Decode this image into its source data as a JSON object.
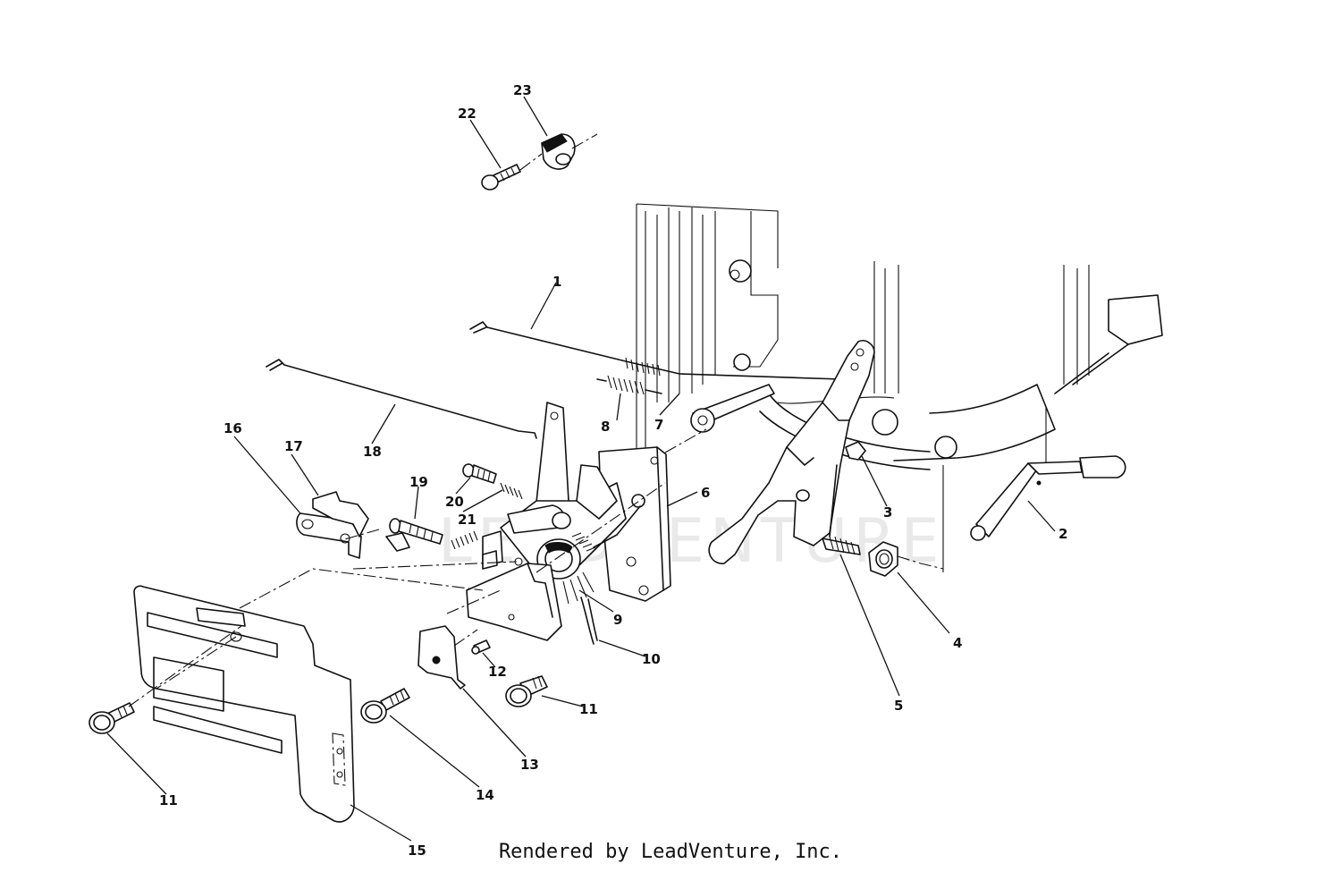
{
  "diagram": {
    "watermark": "LEADVENTURE",
    "callouts": [
      "1",
      "2",
      "3",
      "4",
      "5",
      "6",
      "7",
      "8",
      "9",
      "10",
      "11",
      "11",
      "12",
      "13",
      "14",
      "15",
      "16",
      "17",
      "18",
      "19",
      "20",
      "21",
      "22",
      "23"
    ]
  },
  "footer": {
    "text": "Rendered by LeadVenture, Inc."
  }
}
